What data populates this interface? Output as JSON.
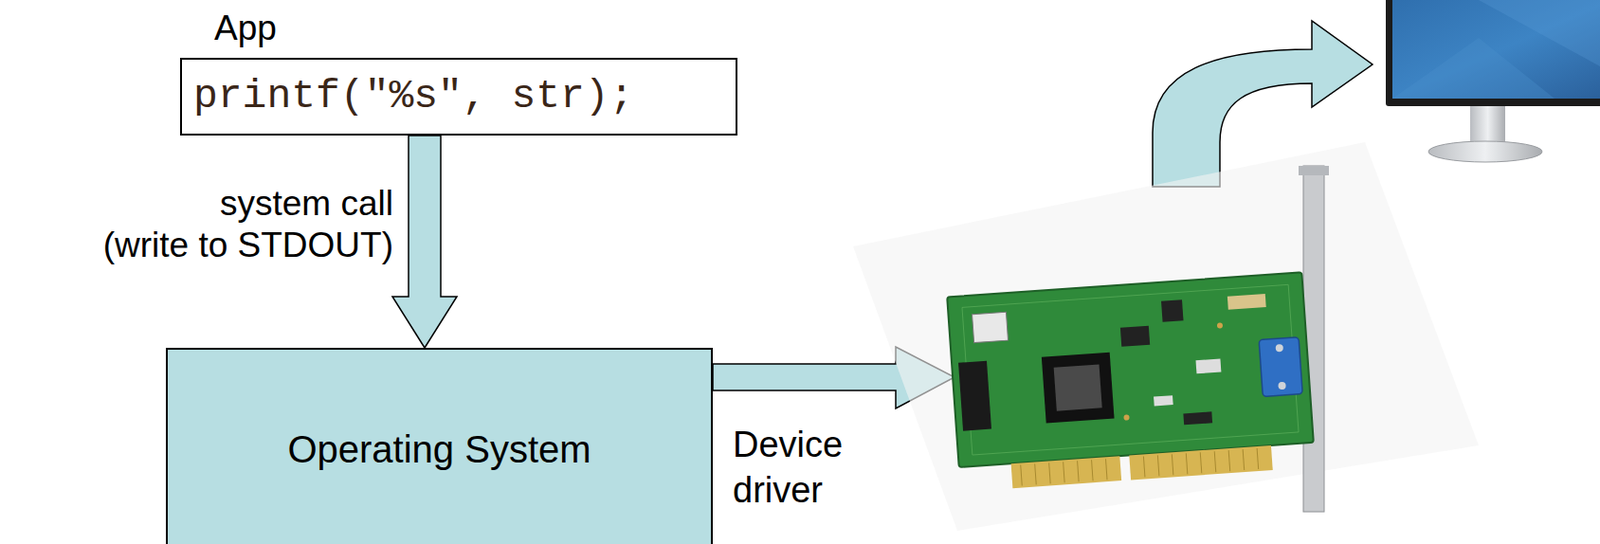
{
  "diagram": {
    "nodes": [
      {
        "text": [
          "App",
          "printf(\"%s\", str);"
        ]
      },
      {
        "text": [
          "Operating System"
        ]
      }
    ],
    "edges": [
      {
        "from": 0,
        "to": 1,
        "arrow": "to",
        "label": "system call (write to STDOUT)"
      }
    ],
    "labels": [
      "Device driver"
    ]
  }
}
